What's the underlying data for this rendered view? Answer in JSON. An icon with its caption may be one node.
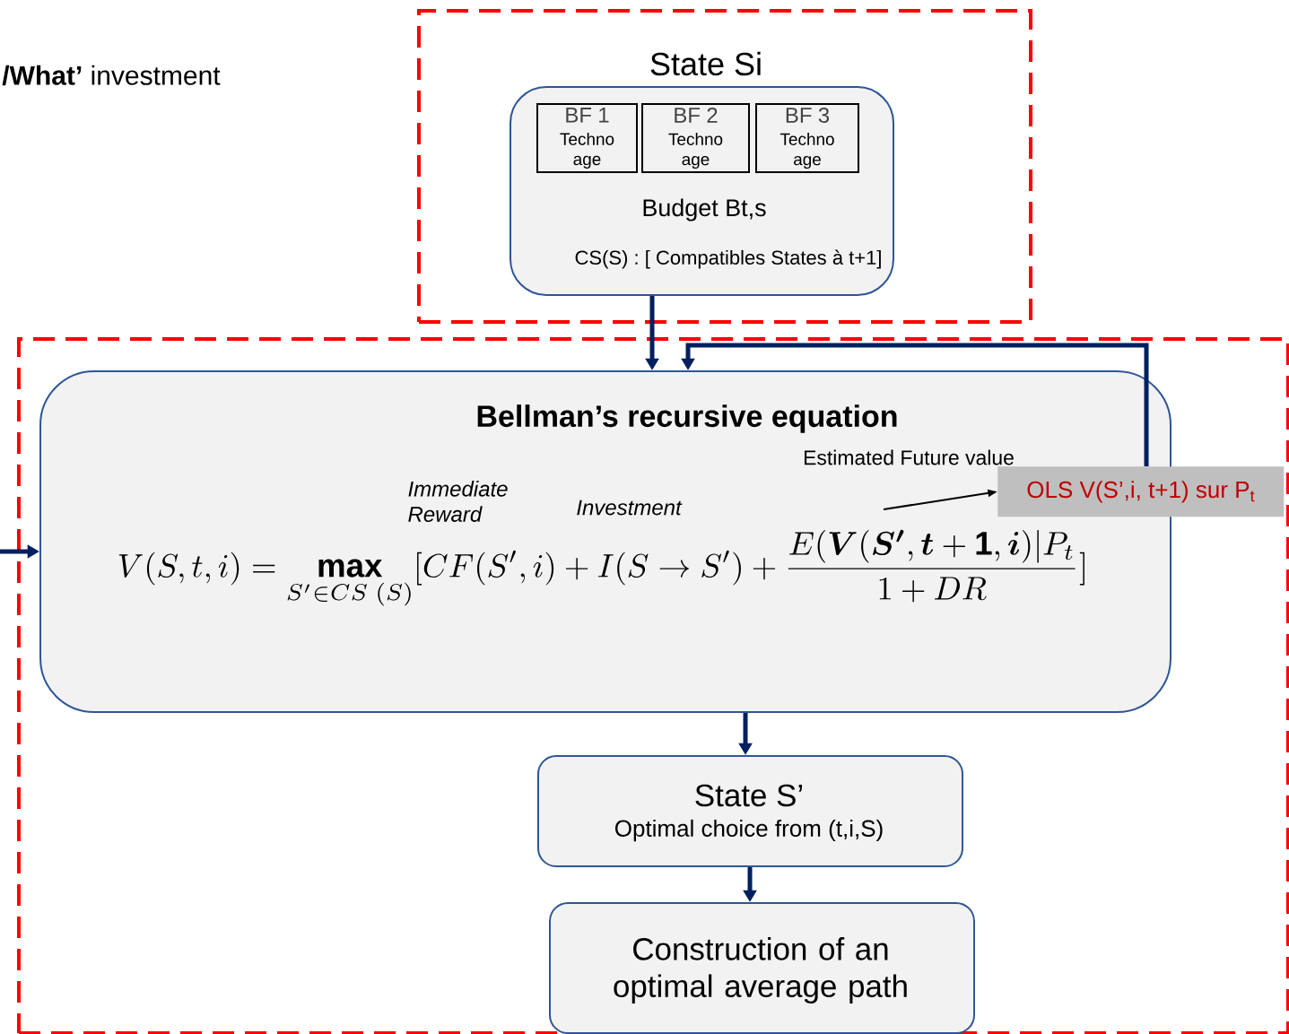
{
  "diagram": {
    "nodes": [
      {
        "text": [
          "State Si"
        ]
      },
      {
        "text": [
          "Budget Bt,s",
          "CS(S) : [ Compatibles States à t+1]"
        ],
        "in": 0
      },
      {
        "text": [
          "BF 1",
          "Techno age"
        ],
        "in": 1
      },
      {
        "text": [
          "BF 2",
          "Techno age"
        ],
        "in": 1
      },
      {
        "text": [
          "BF 3",
          "Techno age"
        ],
        "in": 1
      },
      {
        "text": [],
        "shape": "box"
      },
      {
        "text": [
          "Bellman’s recursive equation",
          "Immediate Reward",
          "Investment",
          "Estimated Future value",
          "V(S,t,i) = \\mathop{\\mathbf{max}}\\limits_{S' \\in CS\\;(S)} [CF(S',i) + I(S \\rightarrow S') + \\frac{E(\\boldsymbol{V}(\\boldsymbol{S'},\\boldsymbol{t}+\\mathbf{1},\\boldsymbol{i})|P_t}{1+DR}]"
        ],
        "in": 5
      },
      {
        "text": [
          "OLS V(S’,i, t+1) sur P$_{t}$"
        ],
        "in": 5
      },
      {
        "text": [
          "State S’",
          "Optimal choice from (t,i,S)"
        ],
        "in": 5
      },
      {
        "text": [
          "Construction of an optimal average path"
        ],
        "in": 5
      }
    ],
    "edges": [
      {
        "from": 1,
        "to": 6,
        "arrow": "to"
      },
      {
        "from": 7,
        "to": 6,
        "arrow": "to"
      },
      {
        "from": null,
        "to": 6,
        "arrow": "to"
      },
      {
        "from": 6,
        "to": 7,
        "arrow": "to",
        "color": "#000000"
      },
      {
        "from": 6,
        "to": 8,
        "arrow": "to"
      },
      {
        "from": 8,
        "to": 9,
        "arrow": "to"
      }
    ],
    "labels": [
      "**/What’** investment"
    ]
  }
}
